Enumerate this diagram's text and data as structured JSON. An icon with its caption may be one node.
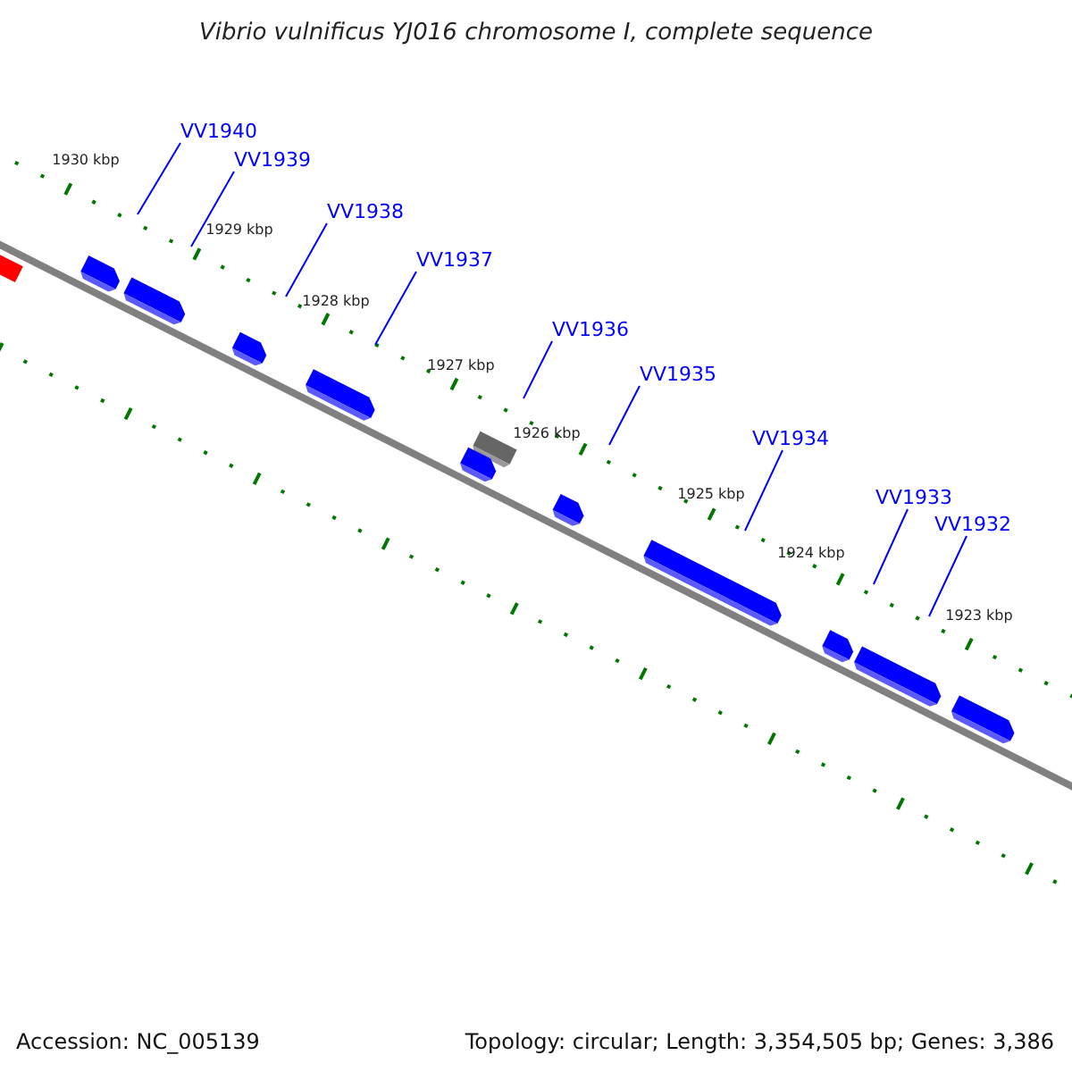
{
  "diagram": {
    "title": "Vibrio vulnificus YJ016 chromosome I, complete sequence",
    "nodes": [
      {
        "text": [
          "VV1940"
        ]
      },
      {
        "text": [
          "VV1939"
        ]
      },
      {
        "text": [
          "VV1938"
        ]
      },
      {
        "text": [
          "VV1937"
        ]
      },
      {
        "text": [
          "VV1936"
        ]
      },
      {
        "text": [
          "VV1935"
        ]
      },
      {
        "text": [
          "VV1934"
        ]
      },
      {
        "text": [
          "VV1933"
        ]
      },
      {
        "text": [
          "VV1932"
        ]
      }
    ],
    "edges": [
      {
        "from": 0,
        "to": null,
        "arrow": "none"
      },
      {
        "from": 1,
        "to": null,
        "arrow": "none"
      },
      {
        "from": 2,
        "to": null,
        "arrow": "none"
      },
      {
        "from": 3,
        "to": null,
        "arrow": "none"
      },
      {
        "from": 4,
        "to": null,
        "arrow": "none"
      },
      {
        "from": 5,
        "to": null,
        "arrow": "none"
      },
      {
        "from": 6,
        "to": null,
        "arrow": "none"
      },
      {
        "from": 7,
        "to": null,
        "arrow": "none"
      },
      {
        "from": 8,
        "to": null,
        "arrow": "none"
      }
    ],
    "labels": [
      "1930 kbp",
      "1929 kbp",
      "1928 kbp",
      "1927 kbp",
      "1926 kbp",
      "1925 kbp",
      "1924 kbp",
      "1923 kbp",
      "Accession: NC_005139",
      "Topology: circular; Length: 3,354,505 bp; Genes: 3,386"
    ]
  }
}
